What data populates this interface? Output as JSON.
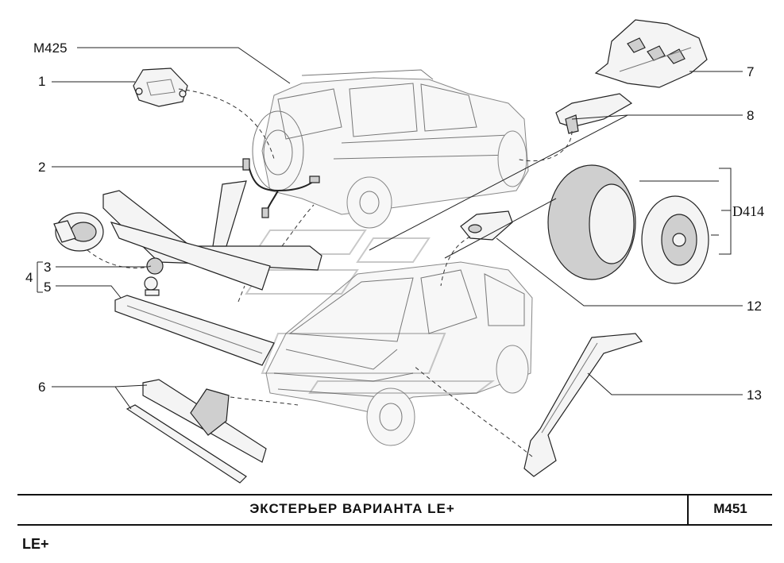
{
  "callouts": {
    "m425": "M425",
    "c1": "1",
    "c2": "2",
    "c3": "3",
    "c4": "4",
    "c5": "5",
    "c6": "6",
    "c7": "7",
    "c8": "8",
    "d414": "D414",
    "c12": "12",
    "c13": "13"
  },
  "title_block": {
    "title": "ЭКСТЕРЬЕР  ВАРИАНТА  LE+",
    "code": "M451"
  },
  "footer": {
    "label": "LE+"
  }
}
